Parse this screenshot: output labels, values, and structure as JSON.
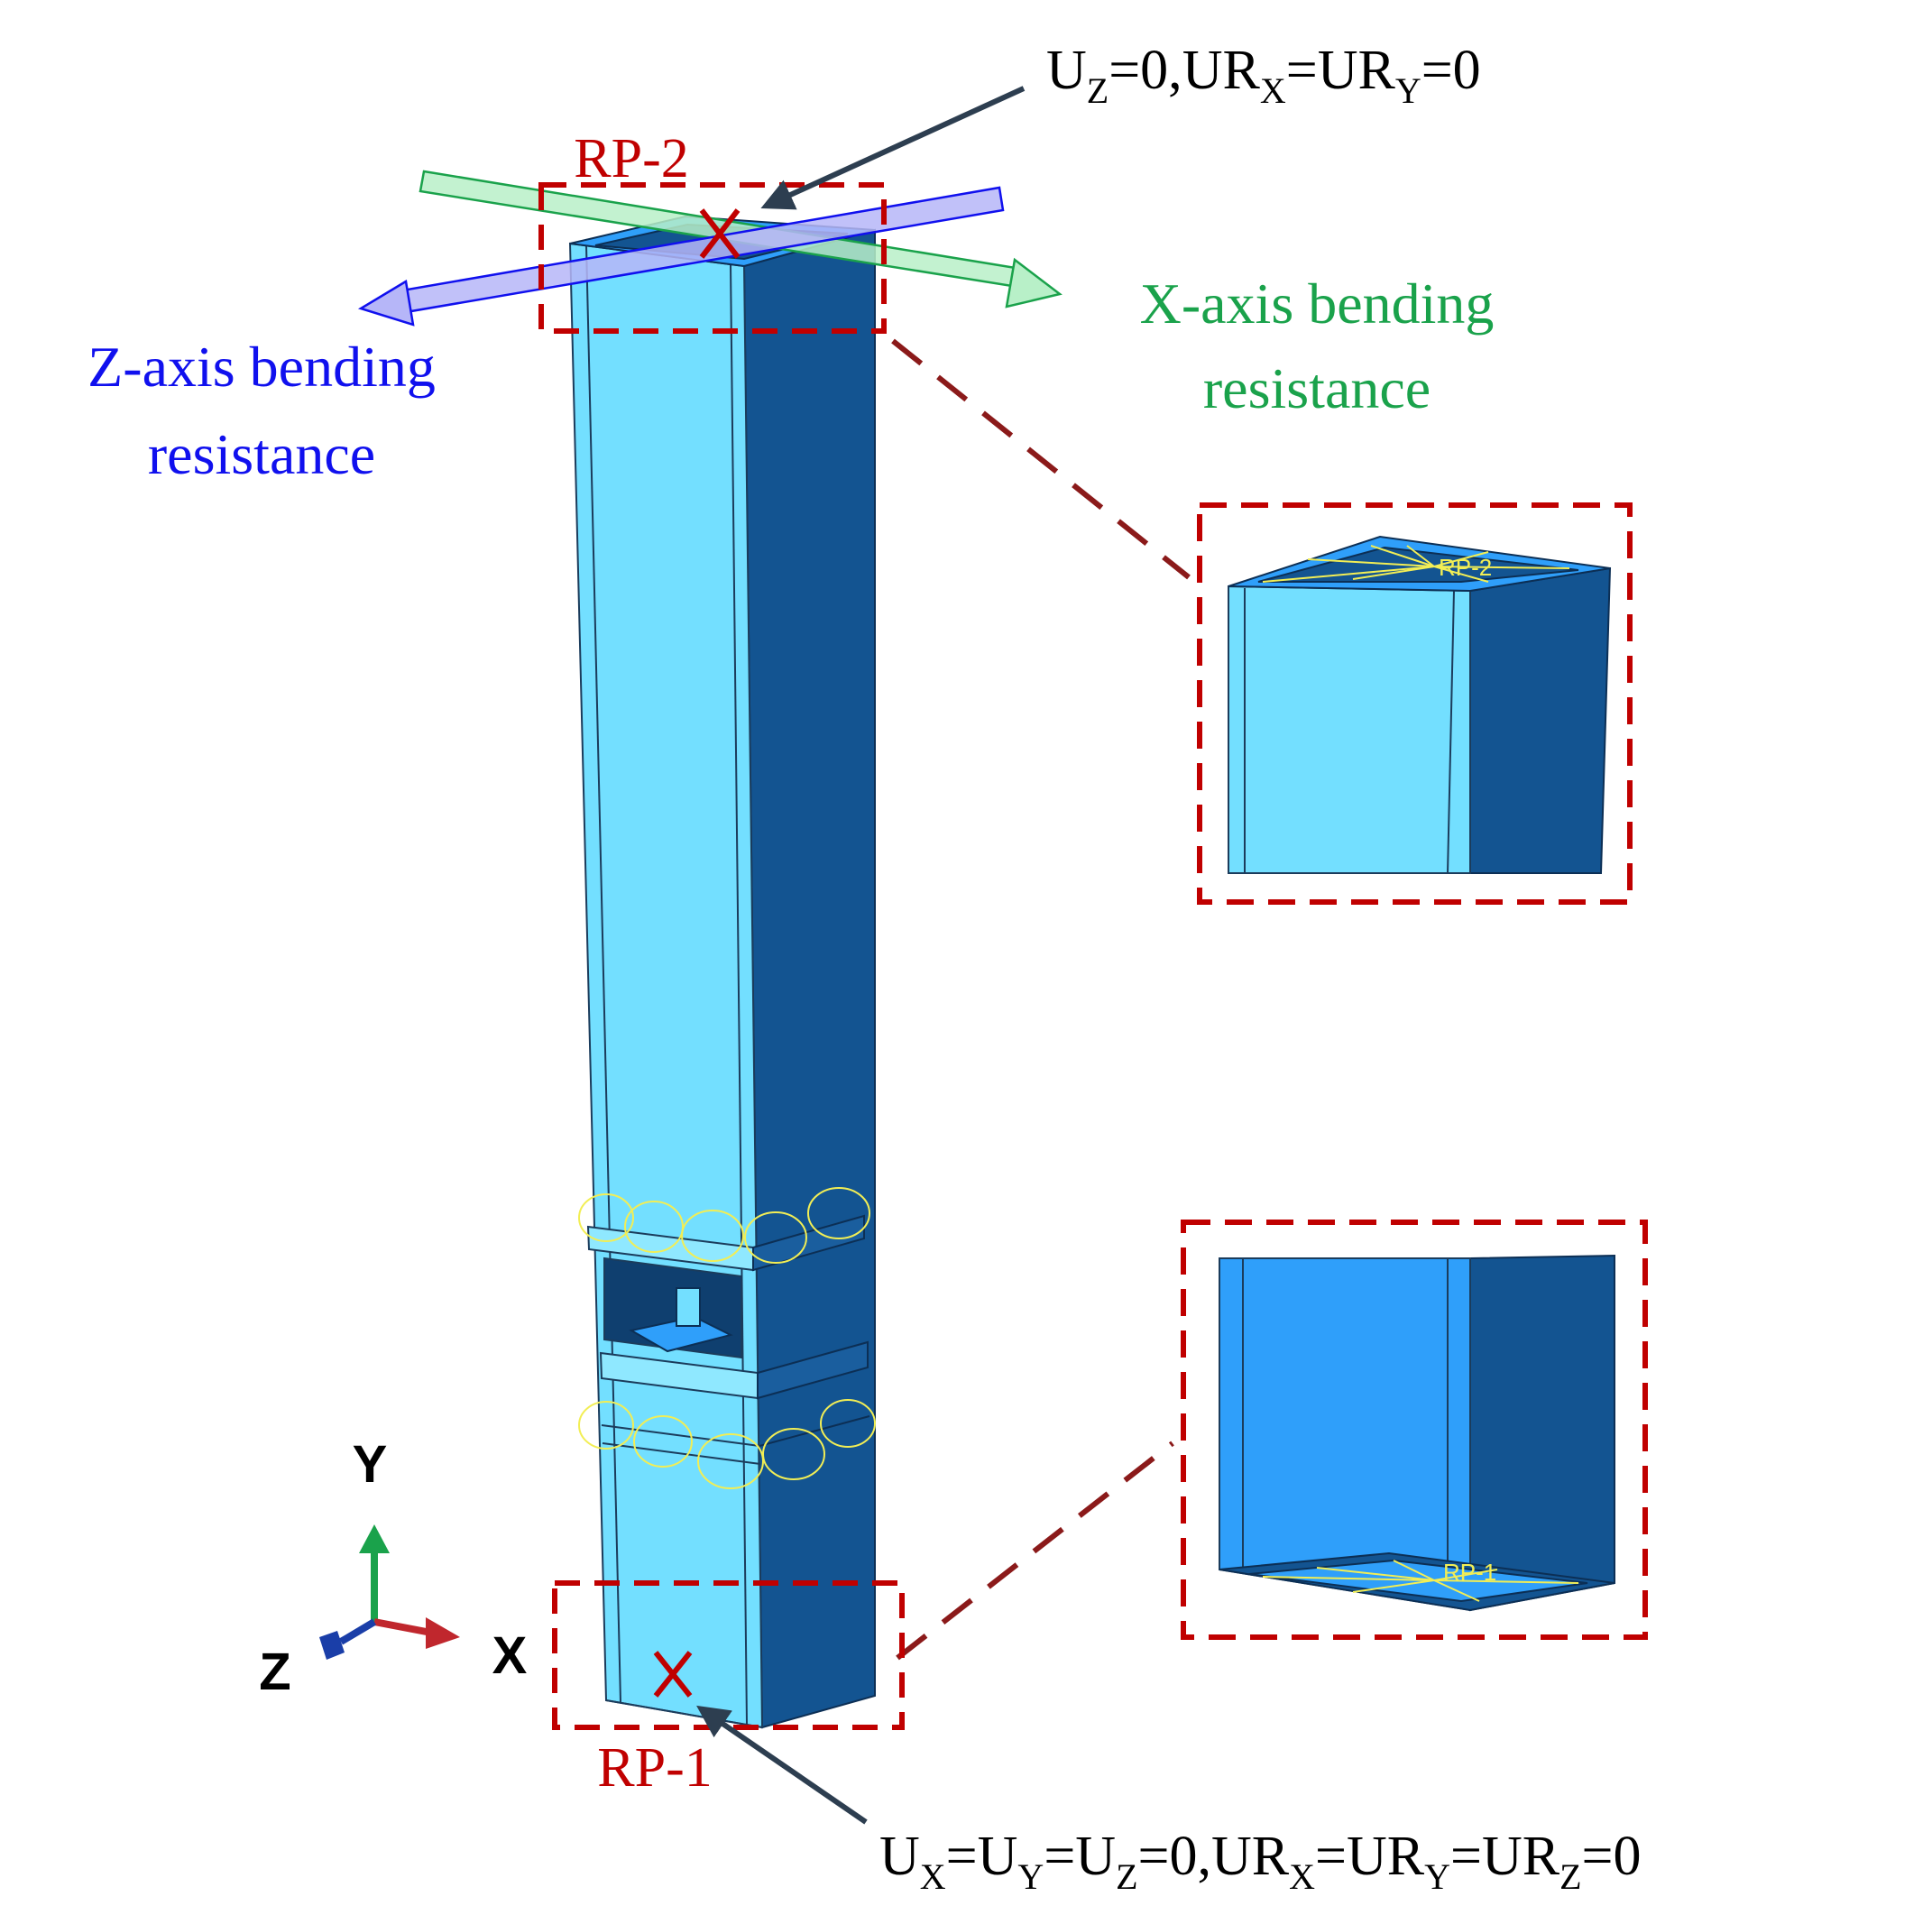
{
  "labels": {
    "rp2": "RP-2",
    "rp1": "RP-1",
    "top_bc": {
      "u": "U",
      "uz_sub": "Z",
      "eq0_comma": "=0,",
      "ur": "UR",
      "urx_sub": "X",
      "eq": "=",
      "ur2": "UR",
      "ury_sub": "Y",
      "eq0": "=0"
    },
    "bottom_bc": {
      "u1": "U",
      "s1": "X",
      "e1": "=",
      "u2": "U",
      "s2": "Y",
      "e2": "=",
      "u3": "U",
      "s3": "Z",
      "e3": "=0,",
      "u4": "UR",
      "s4": "X",
      "e4": "=",
      "u5": "UR",
      "s5": "Y",
      "e5": "=",
      "u6": "UR",
      "s6": "Z",
      "e6": "=0"
    },
    "x_bending_line1": "X-axis bending",
    "x_bending_line2": "resistance",
    "z_bending_line1": "Z-axis bending",
    "z_bending_line2": "resistance",
    "zoom_top_rp": "RP-2",
    "zoom_bottom_rp": "RP-1"
  },
  "axes_triad": {
    "y": "Y",
    "x": "X",
    "z": "Z"
  },
  "colors": {
    "face_light": "#73dfff",
    "face_dark": "#135491",
    "face_mid": "#2f9ffa",
    "red": "#c00000",
    "green": "#1aa24b",
    "blue": "#1010ee",
    "leader": "#2d3e50",
    "rp_yellow": "#f2ee55"
  }
}
